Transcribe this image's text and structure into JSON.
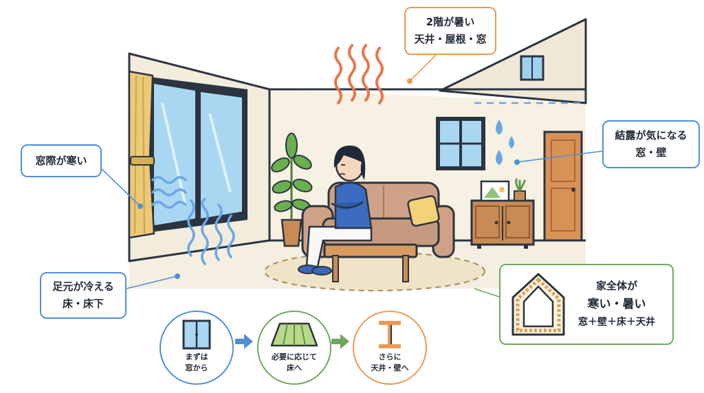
{
  "callouts": {
    "upstairs_hot": {
      "line1": "2階が暑い",
      "line2": "天井・屋根・窓"
    },
    "window_cold": {
      "line1": "窓際が寒い"
    },
    "condensation": {
      "line1": "結露が気になる",
      "line2": "窓・壁"
    },
    "feet_cold": {
      "line1": "足元が冷える",
      "line2": "床・床下"
    },
    "whole_house": {
      "line1": "家全体が",
      "line2": "寒い・暑い",
      "line3": "窓＋壁＋床＋天井"
    }
  },
  "steps": [
    {
      "line1": "まずは",
      "line2": "窓から",
      "icon": "window-icon"
    },
    {
      "line1": "必要に応じて",
      "line2": "床へ",
      "icon": "floor-icon"
    },
    {
      "line1": "さらに",
      "line2": "天井・壁へ",
      "icon": "ceiling-wall-icon"
    }
  ],
  "colors": {
    "blue": "#4f8fd6",
    "orange": "#ea9a54",
    "green": "#6fa85d",
    "heat": "#e8764a",
    "cold": "#6aa6e8",
    "wood": "#c98a56",
    "sofa": "#cfa287",
    "curtain": "#ecc977",
    "wall": "#f6f1e2"
  }
}
